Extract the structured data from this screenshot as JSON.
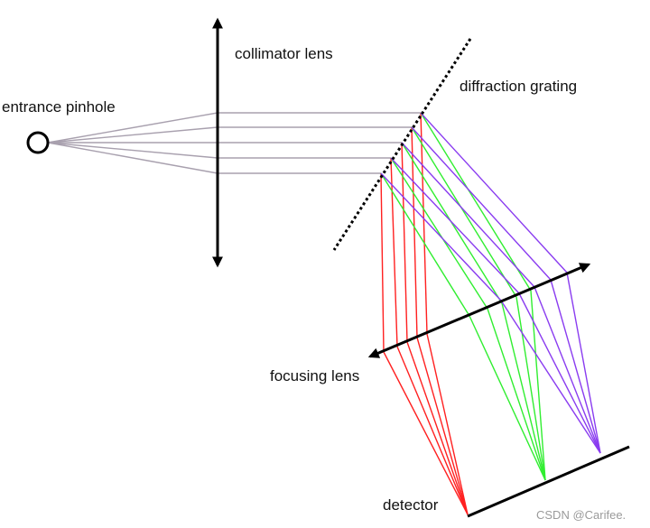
{
  "labels": {
    "entrance_pinhole": "entrance pinhole",
    "collimator_lens": "collimator lens",
    "diffraction_grating": "diffraction grating",
    "focusing_lens": "focusing lens",
    "detector": "detector"
  },
  "watermark": "CSDN @Carifee.",
  "colors": {
    "incident_rays": "#a8a0ae",
    "red_rays": "#ff2020",
    "green_rays": "#30ee30",
    "violet_rays": "#8a3cf0",
    "components": "#000000"
  }
}
